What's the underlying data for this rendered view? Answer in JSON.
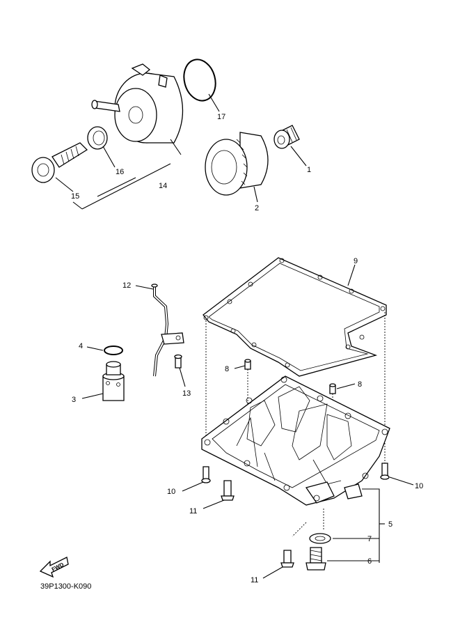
{
  "callouts": {
    "c1": "1",
    "c2": "2",
    "c3": "3",
    "c4": "4",
    "c5": "5",
    "c6": "6",
    "c7": "7",
    "c8a": "8",
    "c8b": "8",
    "c9": "9",
    "c10a": "10",
    "c10b": "10",
    "c11a": "11",
    "c11b": "11",
    "c12": "12",
    "c13": "13",
    "c14": "14",
    "c15": "15",
    "c16": "16",
    "c17": "17"
  },
  "fwd_label": "FWD",
  "diagram_code": "39P1300-K090",
  "colors": {
    "line": "#000000",
    "background": "#ffffff"
  }
}
